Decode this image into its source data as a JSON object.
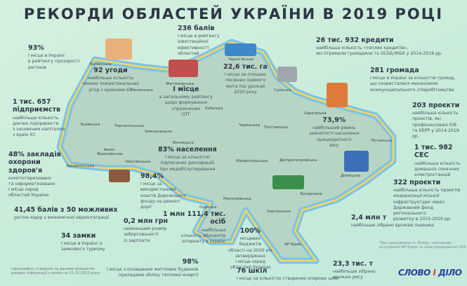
{
  "title": "РЕКОРДИ ОБЛАСТЕЙ УКРАЇНИ В 2019 РОЦІ",
  "colors": {
    "background": "#cdeedb",
    "map_fill": "#b7d5c4",
    "river_blue": "#7ec3e6",
    "river_yellow": "#f6d75a",
    "title": "#2d3645",
    "logo_blue": "#2a3f9e"
  },
  "records": [
    {
      "value": "93%",
      "desc": "І місце в Україні\nв рейтингу прозорості\nрегіонів"
    },
    {
      "value": "236 балів",
      "desc": "І місце в рейтингу\nінвестиційної\nефективності\nобластей"
    },
    {
      "value": "92 угоди",
      "desc": "найбільша кількість\nчинних міжрегіональних\nугод з країнами ЄС"
    },
    {
      "value": "І місце",
      "desc": "в загальному рейтингу\nщодо формування\nспроможних\nОТГ"
    },
    {
      "value": "1 тис. 657\nпідприємств",
      "desc": "найбільша кількість\nдіючих підприємств\nз іноземним капіталом\nз країн ЄС"
    },
    {
      "value": "26 тис. 932 кредити",
      "desc": "найбільша кількість «теплих кредитів»,\nякі отримали громадяни та ОСББ/ЖБК у 2014-2019 рр."
    },
    {
      "value": "22,6 тис. га",
      "desc": "І місце за площею\nпосівних озимого\nжита під урожай\n2020 року"
    },
    {
      "value": "281 громада",
      "desc": "І місце в Україні за кількістю громад,\nщо скористалися механізмом\nміжмуніципального співробітництва"
    },
    {
      "value": "203 проєкти",
      "desc": "найбільша кількість\nпроєктів, які\nпрофінансовані ЄІБ\nта ЄБРР у 2014-2019 рр."
    },
    {
      "value": "73,9%",
      "desc": "найбільший рівень\nзайнятості населення\nпрацездатного\nвіку"
    },
    {
      "value": "48% закладів\nохорони\nздоров'я",
      "desc": "комп'ютеризовано\nта інформатизовано\nІ місце серед\nобластей України"
    },
    {
      "value": "83% населення",
      "desc": "І місце за кількістю\nпідписаних декларацій\nпро медобслуговування"
    },
    {
      "value": "1 тис. 982  СЕС",
      "desc": "найбільша кількість\nдомашніх сонячних\nелектростанцій"
    },
    {
      "value": "98,4%",
      "desc": "І місце за\nвикористанням\nкоштів Дорожнього\nфонду на ремонт\nдоріг"
    },
    {
      "value": "41,45 балів з 50 можливих",
      "desc": "регіон-лідер з економічної євроінтеграції"
    },
    {
      "value": "322 проєкти",
      "desc": "найбільша кількість проєктів\nмодернізації міської\nінфраструктури через\nДержавний фонд регіонального\nрозвитку в 2015-2019 рр."
    },
    {
      "value": "0,2 млн грн",
      "desc": "найменший розмір\nзаборгованості\nіз зарплати"
    },
    {
      "value": "1 млн 111,4 тис.\nосіб",
      "desc": "найбільша\nкількість абонентів\nінтернету в Україні"
    },
    {
      "value": "2,4 млн т",
      "desc": "найбільше зібрано врожаю пшениці"
    },
    {
      "value": "100%",
      "desc": "місцевих\nбюджетів\nобласті на 2020 рік\nзатверджено\nІ місце серед\nобластей України"
    },
    {
      "value": "34 замки",
      "desc": "І місце в Україні із\nзамкового туризму"
    },
    {
      "value": "98%",
      "desc": "І місце з оснащення житлових будинків\nприладами обліку теплової енергії"
    },
    {
      "value": "76 шкіл",
      "desc": "І місце за кількістю створених опорних шкіл"
    },
    {
      "value": "23,3 тис. т",
      "desc": "найбільше зібрано\nврожаю рису"
    }
  ],
  "regions": [
    "Волинська",
    "Рівненська",
    "Житомирська",
    "Київська",
    "Чернігівська",
    "Сумська",
    "Полтавська",
    "Черкаська",
    "Харківська",
    "Луганська",
    "Донецька",
    "Дніпропетровська",
    "Запорізька",
    "Херсонська",
    "АР Крим",
    "Миколаївська",
    "Кіровоградська",
    "Одеська",
    "Вінницька",
    "Хмельницька",
    "Тернопільська",
    "Львівська",
    "Івано-\nФранківська",
    "Закарпатська",
    "Чернівецька"
  ],
  "footnote": "*Без урахування м. Києва, тимчасово\nокупованої АР Крим та зони проведення ООС",
  "source": "Інфографіку створено за даними відкритих\nджерел інформації станом на 02.01.2020 року",
  "logo": {
    "part1": "СЛОВО ",
    "part2": "І",
    "part3": " ДІЛО"
  }
}
